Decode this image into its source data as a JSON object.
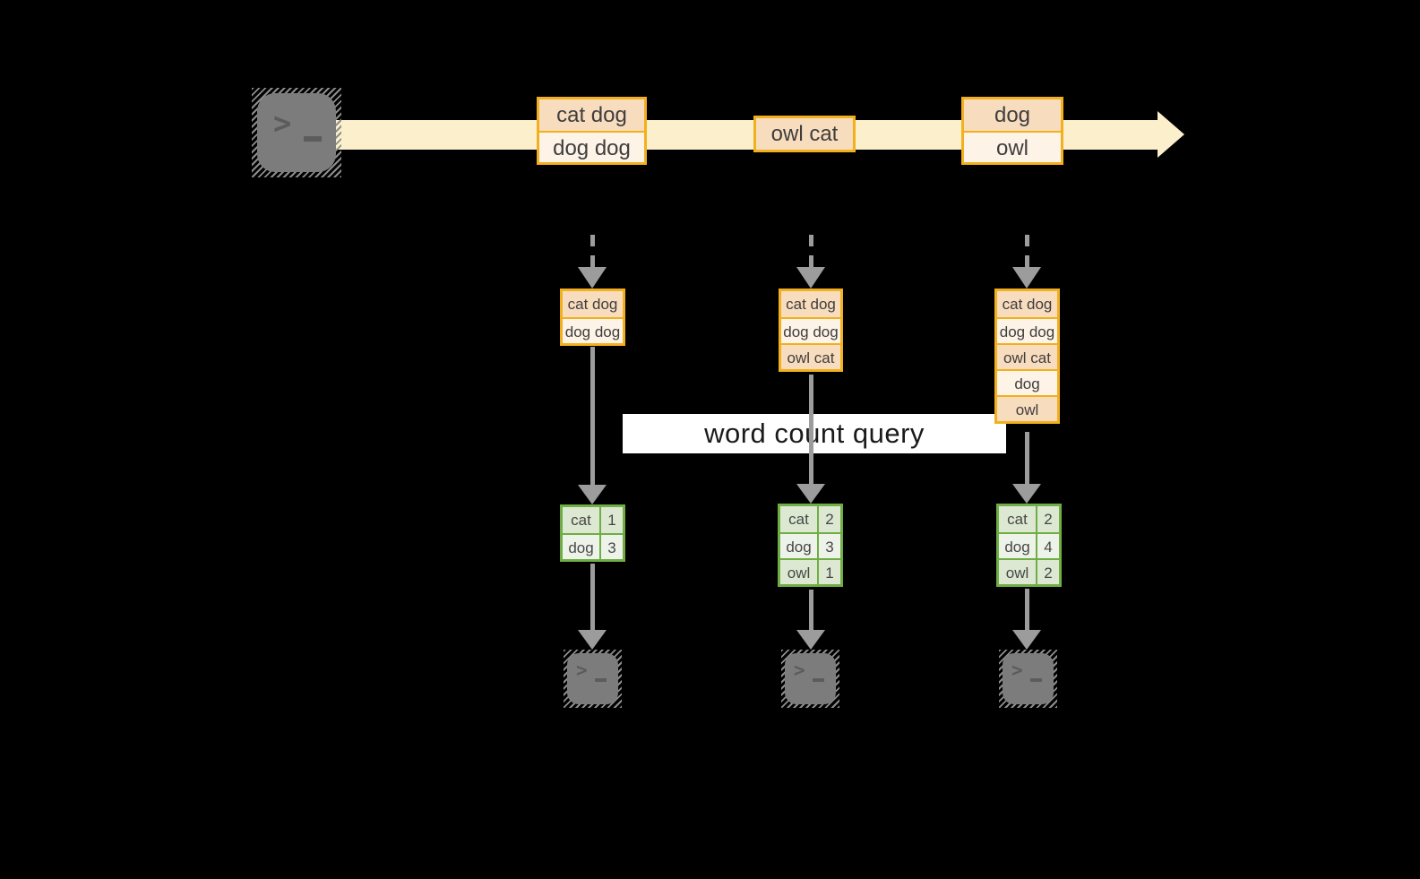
{
  "diagram": {
    "query_label": "word count query",
    "terminal_prompt_glyph": ">",
    "stream": {
      "messages": [
        {
          "rows": [
            "cat dog",
            "dog dog"
          ]
        },
        {
          "rows": [
            "owl cat"
          ]
        },
        {
          "rows": [
            "dog",
            "owl"
          ]
        }
      ]
    },
    "consumers": [
      {
        "buffer": [
          "cat dog",
          "dog dog"
        ],
        "counts": [
          {
            "word": "cat",
            "value": "1"
          },
          {
            "word": "dog",
            "value": "3"
          }
        ]
      },
      {
        "buffer": [
          "cat dog",
          "dog dog",
          "owl cat"
        ],
        "counts": [
          {
            "word": "cat",
            "value": "2"
          },
          {
            "word": "dog",
            "value": "3"
          },
          {
            "word": "owl",
            "value": "1"
          }
        ]
      },
      {
        "buffer": [
          "cat dog",
          "dog dog",
          "owl cat",
          "dog",
          "owl"
        ],
        "counts": [
          {
            "word": "cat",
            "value": "2"
          },
          {
            "word": "dog",
            "value": "4"
          },
          {
            "word": "owl",
            "value": "2"
          }
        ]
      }
    ],
    "colors": {
      "background": "#000000",
      "stream_fill": "#fbf0cb",
      "message_border": "#f2b01e",
      "message_fill_dark": "#f8dcbe",
      "message_fill_light": "#fdf3e6",
      "count_border": "#6fae44",
      "count_fill_dark": "#dce8d2",
      "count_fill_light": "#eef3ea",
      "arrow_gray": "#9c9c9c",
      "terminal_gray": "#7c7c7c"
    }
  }
}
